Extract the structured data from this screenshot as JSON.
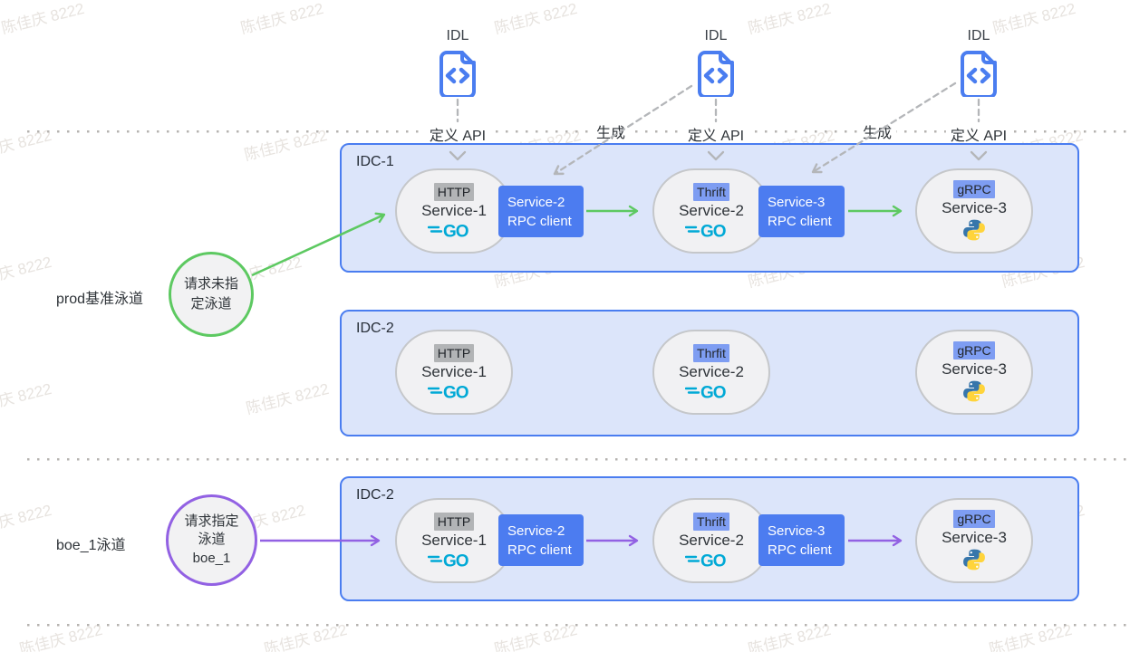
{
  "watermark": {
    "text": "陈佳庆 8222"
  },
  "colors": {
    "accent_blue": "#4a7df0",
    "idc_fill": "#dce5fa",
    "pill_fill": "#f1f1f3",
    "pill_border": "#c5c7ca",
    "tag_gray_bg": "#b2b4b6",
    "tag_blue_bg": "#7e9df2",
    "rpc_box_bg": "#4c7cf0",
    "green": "#5dc961",
    "purple": "#9261e3",
    "gray_line": "#b4b6b9",
    "go_cyan": "#00a9d6",
    "text_dark": "#2e3338",
    "watermark": "#e7e3df",
    "dot": "#b6b3b0"
  },
  "idl_files": [
    {
      "label": "IDL",
      "action": "定义 API"
    },
    {
      "label": "IDL",
      "action": "定义 API",
      "generate_label": "生成"
    },
    {
      "label": "IDL",
      "action": "定义 API",
      "generate_label": "生成"
    }
  ],
  "lanes": [
    {
      "label": "prod基准泳道",
      "circle_lines": [
        "请求未指",
        "定泳道"
      ]
    },
    {
      "label": "boe_1泳道",
      "circle_lines": [
        "请求指定",
        "泳道",
        "boe_1"
      ]
    }
  ],
  "clusters": [
    {
      "title": "IDC-1",
      "services": [
        {
          "protocol": "HTTP",
          "name": "Service-1",
          "runtime": "go"
        },
        {
          "protocol": "Thrift",
          "name": "Service-2",
          "runtime": "go"
        },
        {
          "protocol": "gRPC",
          "name": "Service-3",
          "runtime": "python"
        }
      ],
      "rpc_clients": [
        {
          "line1": "Service-2",
          "line2": "RPC client"
        },
        {
          "line1": "Service-3",
          "line2": "RPC client"
        }
      ]
    },
    {
      "title": "IDC-2",
      "services": [
        {
          "protocol": "HTTP",
          "name": "Service-1",
          "runtime": "go"
        },
        {
          "protocol": "Thrfit",
          "name": "Service-2",
          "runtime": "go"
        },
        {
          "protocol": "gRPC",
          "name": "Service-3",
          "runtime": "python"
        }
      ],
      "rpc_clients": []
    },
    {
      "title": "IDC-2",
      "services": [
        {
          "protocol": "HTTP",
          "name": "Service-1",
          "runtime": "go"
        },
        {
          "protocol": "Thrift",
          "name": "Service-2",
          "runtime": "go"
        },
        {
          "protocol": "gRPC",
          "name": "Service-3",
          "runtime": "python"
        }
      ],
      "rpc_clients": [
        {
          "line1": "Service-2",
          "line2": "RPC client"
        },
        {
          "line1": "Service-3",
          "line2": "RPC client"
        }
      ]
    }
  ],
  "logos": {
    "go_label": "GO"
  }
}
